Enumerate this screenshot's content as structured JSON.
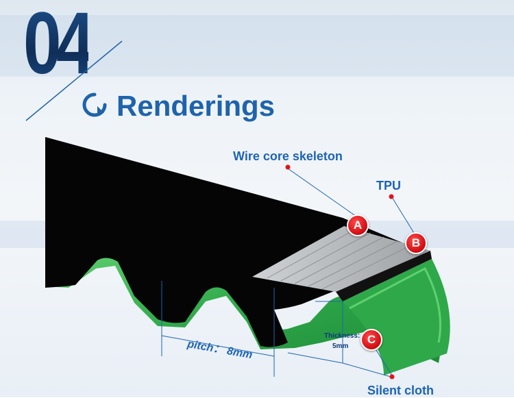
{
  "header": {
    "number": "04",
    "title": "Renderings"
  },
  "callouts": {
    "wire_core": "Wire core skeleton",
    "tpu": "TPU",
    "silent_cloth": "Silent cloth",
    "pitch": "pitch： 8mm",
    "thickness_label": "Thickness:",
    "thickness_value": "5mm"
  },
  "markers": {
    "a": "A",
    "b": "B",
    "c": "C"
  },
  "colors": {
    "accent_blue": "#1f63ab",
    "marker_red": "#d40f14",
    "belt_black": "#050505",
    "cloth_green": "#2fa84a"
  }
}
